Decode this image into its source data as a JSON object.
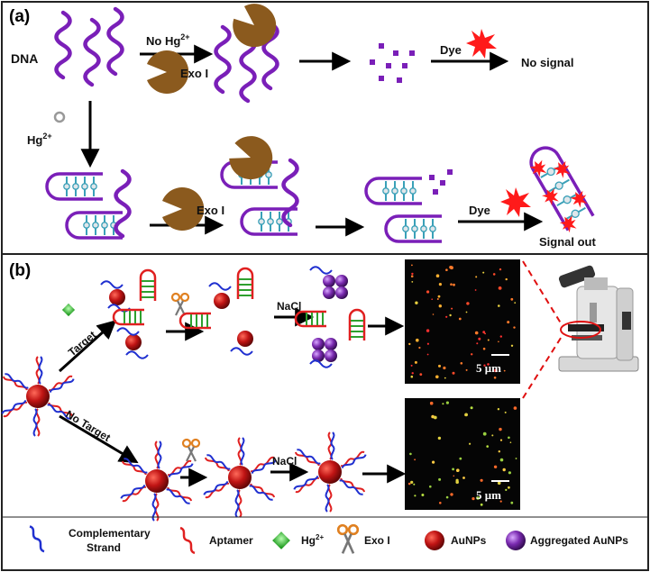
{
  "panel_a": {
    "label": "(a)",
    "dna": "DNA",
    "no_hg": "No Hg",
    "hg": "Hg",
    "superscript": "2+",
    "exo": "Exo I",
    "dye": "Dye",
    "no_signal": "No signal",
    "signal_out": "Signal out"
  },
  "panel_b": {
    "label": "(b)",
    "target": "Target",
    "no_target": "No Target",
    "nacl": "NaCl",
    "scale": "5 μm"
  },
  "legend": {
    "complementary_line1": "Complementary",
    "complementary_line2": "Strand",
    "aptamer": "Aptamer",
    "hg": "Hg",
    "superscript": "2+",
    "exo": "Exo I",
    "aunps": "AuNPs",
    "aggregated": "Aggregated AuNPs"
  },
  "colors": {
    "dna": "#7a1fb8",
    "exo": "#8b5a1e",
    "dye": "#ff1a1a",
    "blue_strand": "#2030d0",
    "aptamer": "#e02020",
    "hg": "#3ccf3c",
    "aunp": "#b01010",
    "aggregated": "#7a2ab0",
    "pair": "#3aa0b8"
  }
}
